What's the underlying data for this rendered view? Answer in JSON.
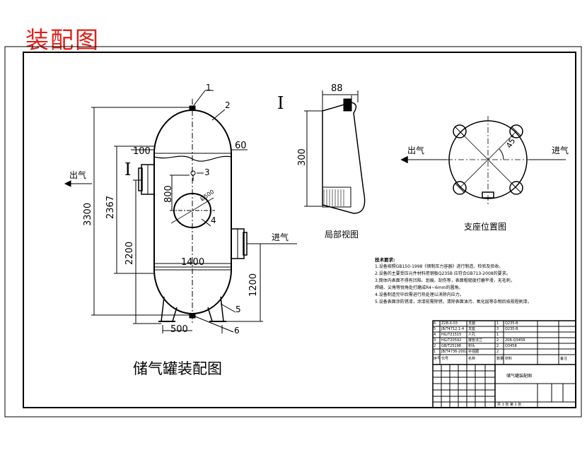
{
  "page_title": "装配图",
  "drawing_title": "储气罐装配图",
  "views": {
    "main": {
      "section_mark": "I",
      "outlet_label": "出气",
      "inlet_label": "进气",
      "balloons": [
        "1",
        "2",
        "3",
        "4",
        "5",
        "6"
      ],
      "dims": {
        "top_width": "100",
        "head_height": "60",
        "shell_width": "1400",
        "leg_span": "500",
        "overall_height": "3300",
        "outlet_height": "2367",
        "inlet_height": "2200",
        "support_height": "1200",
        "nozzle_offset": "800",
        "manhole_dia": "Ø500"
      }
    },
    "detail": {
      "section_mark": "I",
      "width": "88",
      "height": "300",
      "caption": "局部视图"
    },
    "support": {
      "outlet_label": "出气",
      "inlet_label": "进气",
      "angle": "45°",
      "caption": "支座位置图"
    }
  },
  "tech_notes": {
    "heading": "技术要求:",
    "items": [
      "1.设备按照GB150-1998《钢制压力容器》进行制造、检验及验收。",
      "2.设备的主要受压元件材料用钢板Q235B 应符合GB713-2008的要求。",
      "3.筒体内表面不得有凹陷、划痕、刮伤等，表面粗糙度打磨平滑，无毛刺，",
      "  焊缝、尖角等锐角处打磨成R4~6mm的圆角。",
      "4.设备制造完毕后需进行热处理以消除内应力。",
      "5.设备表面涂防锈漆，涂漆前需除锈，清除表面油污、氧化层等杂物后按规程刷漆。"
    ]
  },
  "parts_list": [
    [
      "6",
      "Z2B-X-03",
      "支腿",
      "1",
      "Q235-B"
    ],
    [
      "5",
      "JB/T4712.1-4",
      "支座",
      "3",
      "Q235-B"
    ],
    [
      "4",
      "HG/T21515",
      "人孔",
      "1",
      ""
    ],
    [
      "3",
      "HG/T20592",
      "接管法兰",
      "2",
      "20R-Q345R"
    ],
    [
      "2",
      "GB/T25198",
      "封头",
      "2",
      "Q345R"
    ],
    [
      "1",
      "JB/T4736-2002",
      "补强圈",
      "2",
      ""
    ]
  ],
  "parts_header": [
    "序号",
    "代号",
    "名称",
    "数量",
    "材料",
    "备注"
  ],
  "title_block": {
    "name": "储气罐装配图",
    "sheet": "共 1 张  第 1 张"
  }
}
